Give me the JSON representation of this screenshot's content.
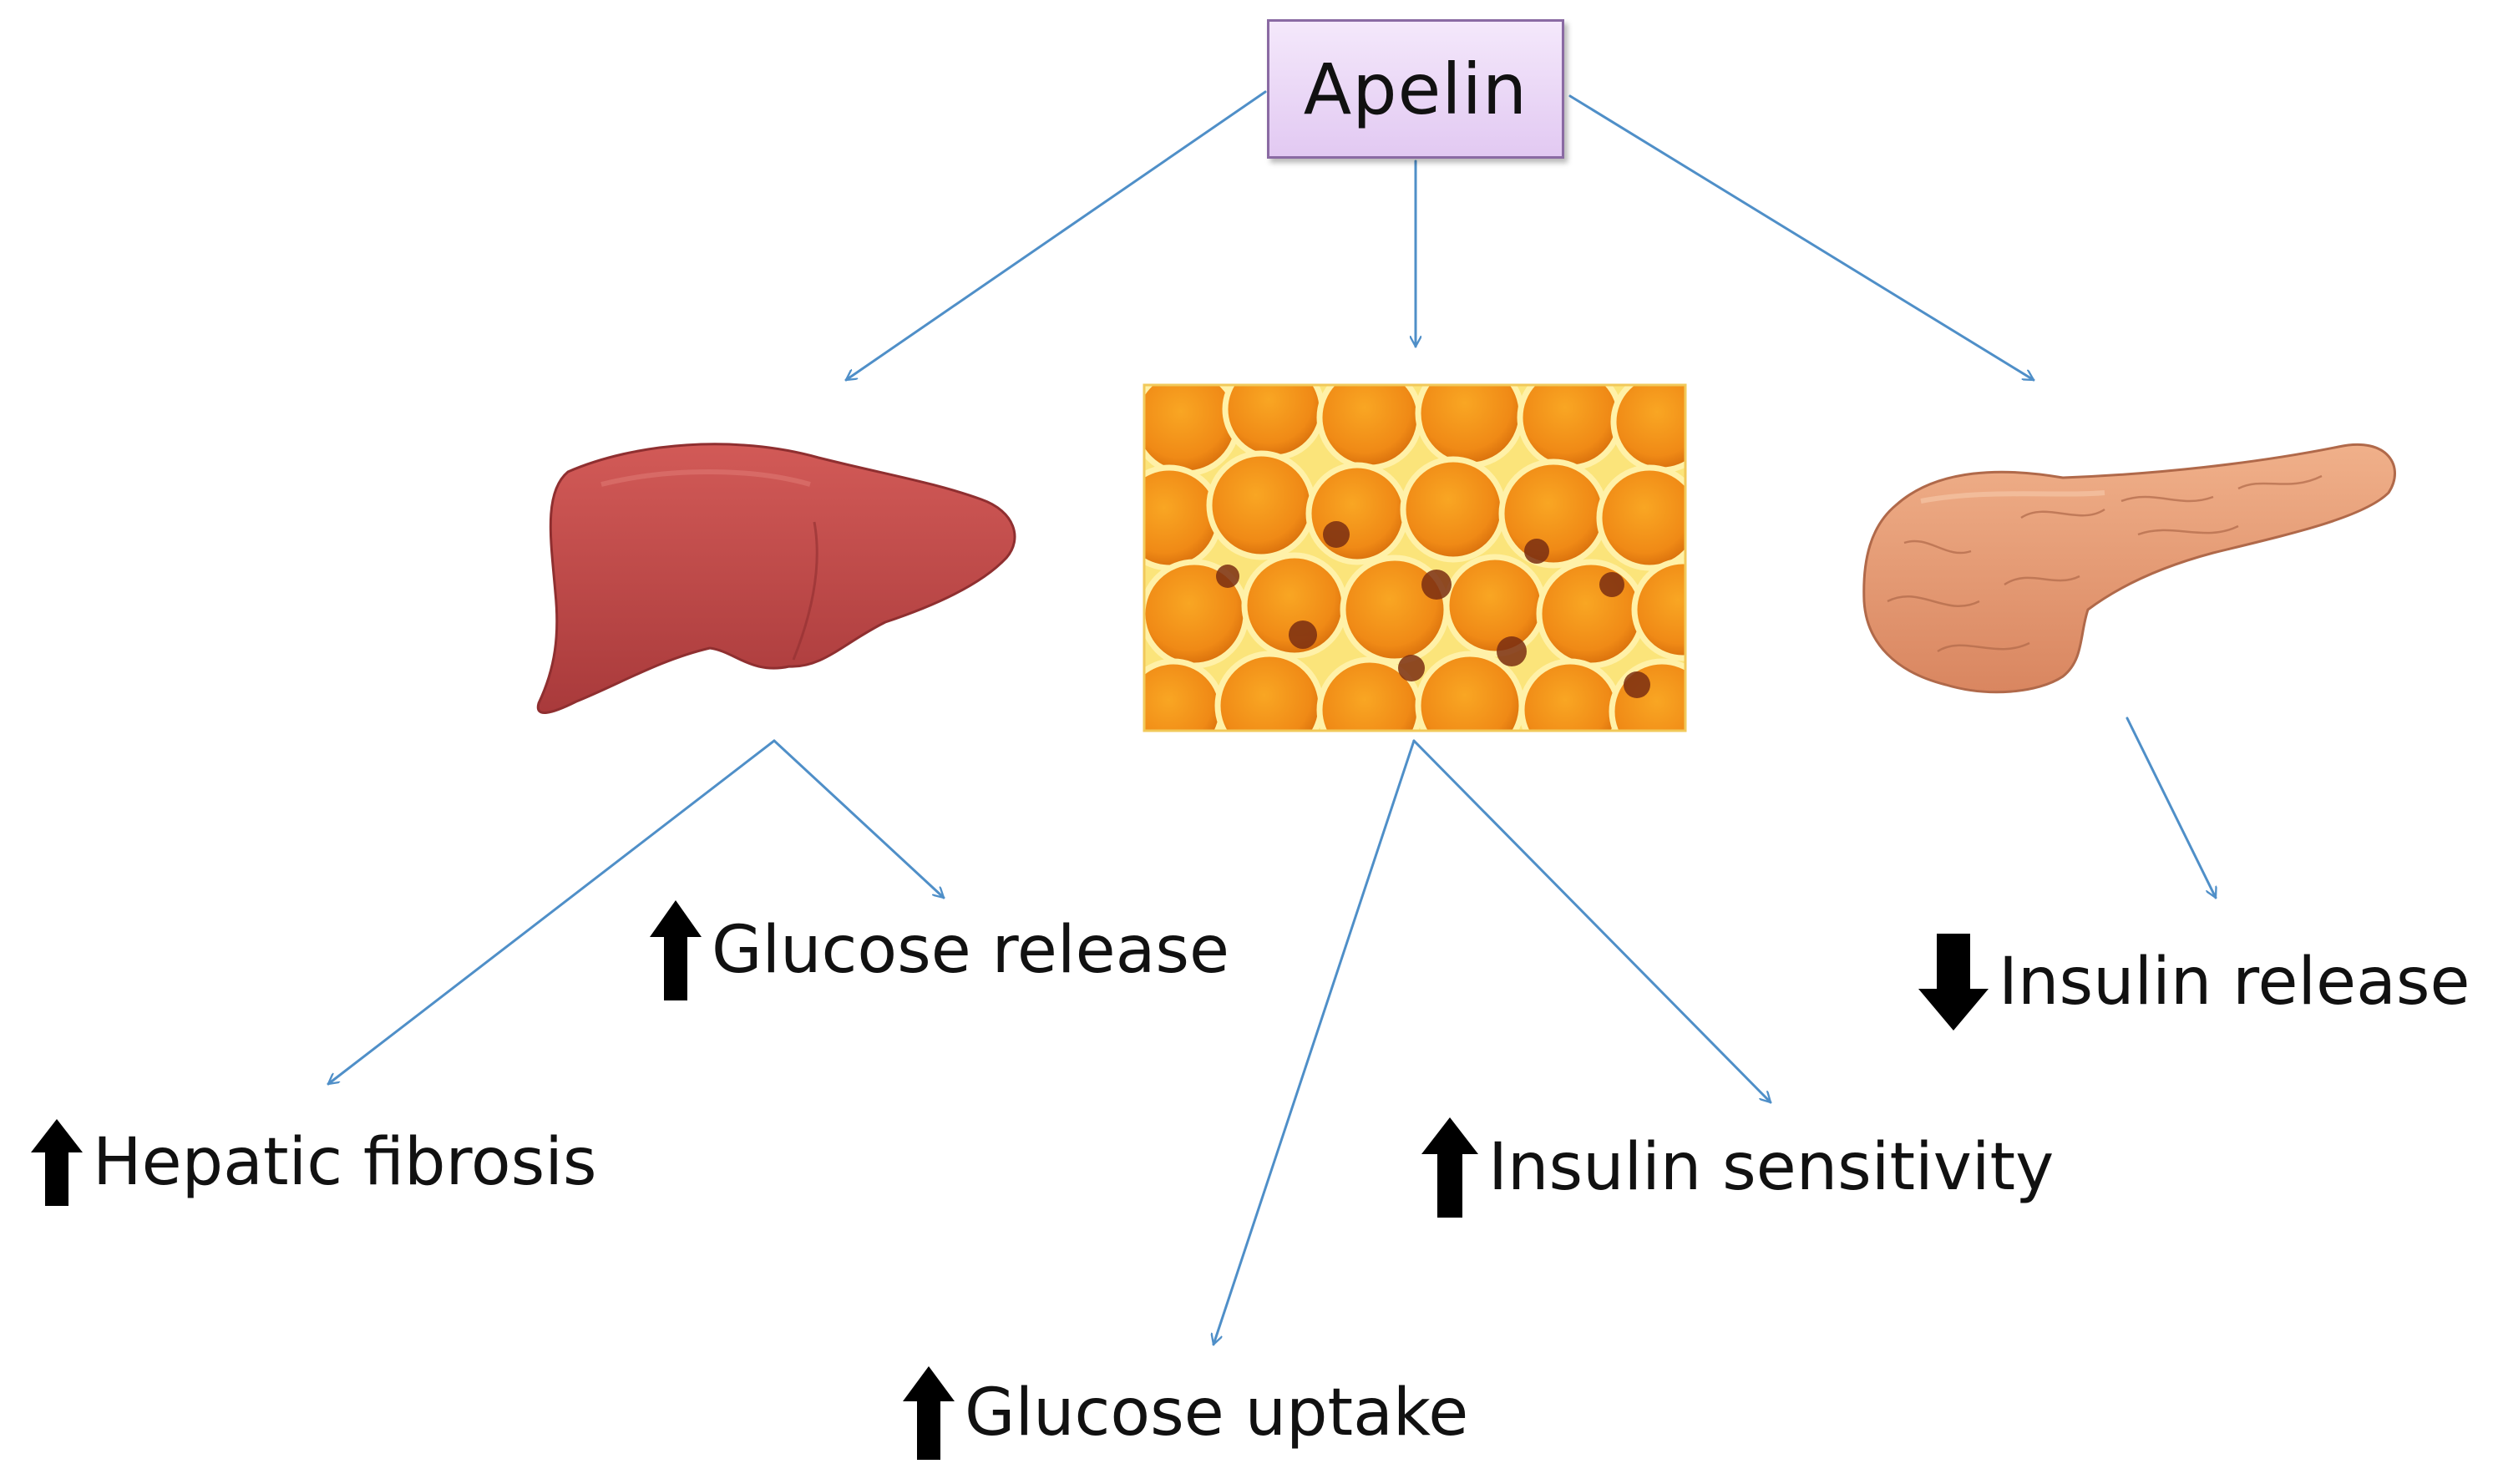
{
  "root": {
    "label": "Apelin"
  },
  "organs": {
    "liver": {
      "icon": "liver-icon"
    },
    "adipose": {
      "icon": "adipose-tissue-icon"
    },
    "pancreas": {
      "icon": "pancreas-icon"
    }
  },
  "effects": {
    "hepatic_fibrosis": {
      "label": "Hepatic fibrosis",
      "direction": "up"
    },
    "glucose_release": {
      "label": "Glucose release",
      "direction": "up"
    },
    "glucose_uptake": {
      "label": "Glucose uptake",
      "direction": "up"
    },
    "insulin_sensitivity": {
      "label": "Insulin sensitivity",
      "direction": "up"
    },
    "insulin_release": {
      "label": "Insulin release",
      "direction": "down"
    }
  },
  "colors": {
    "connector": "#4f8fc8",
    "liver": "#c24a4a",
    "adipose": "#f29d2a",
    "pancreas": "#e89a73",
    "box_fill": "#e9d5f5",
    "box_border": "#8a6aa3"
  }
}
